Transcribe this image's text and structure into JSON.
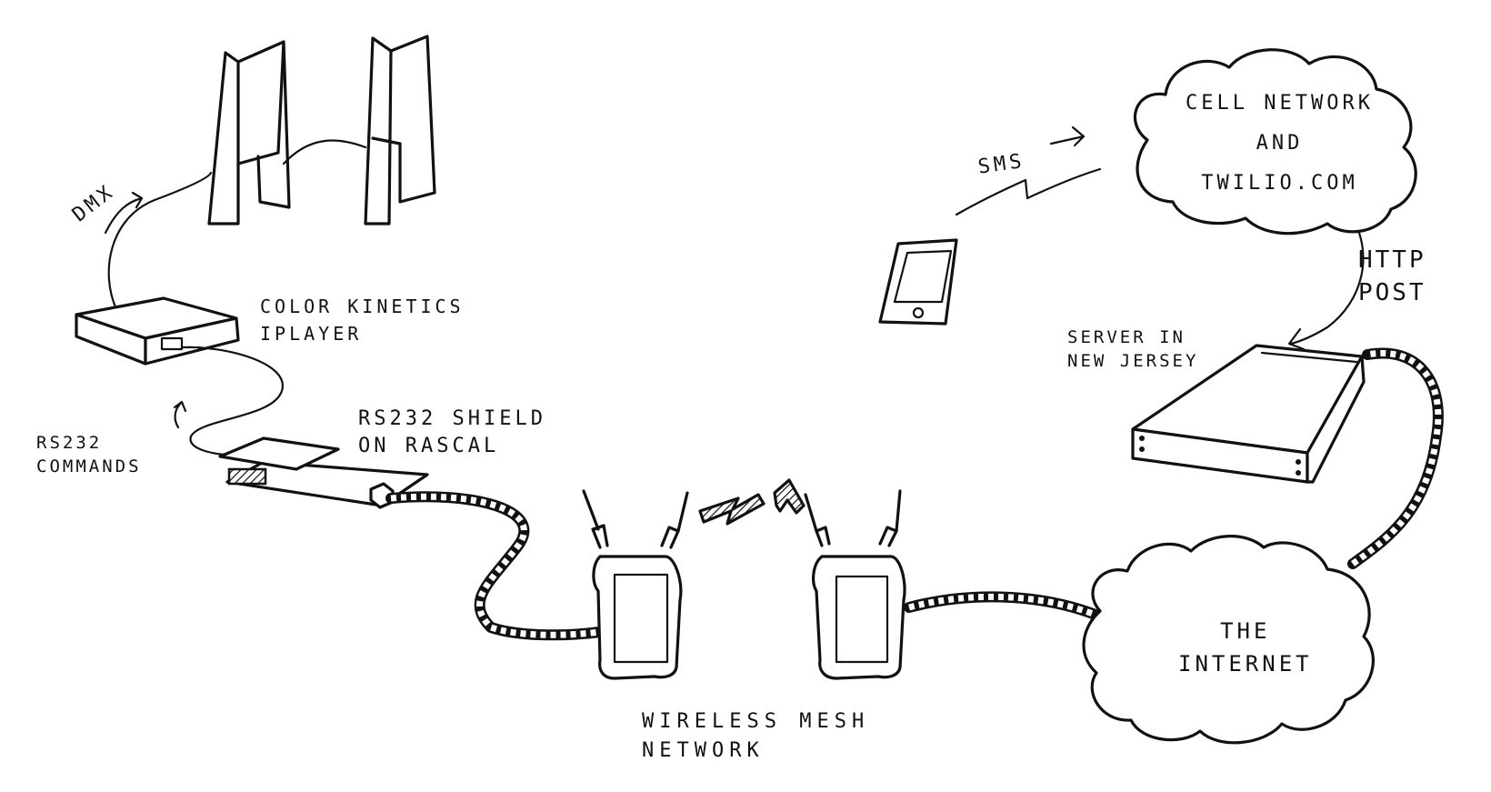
{
  "labels": {
    "dmx": "DMX",
    "iplayer": "COLOR KINETICS\nIPLAYER",
    "rs232_commands": "RS232\nCOMMANDS",
    "rs232_shield": "RS232 SHIELD\nON RASCAL",
    "wireless_mesh": "WIRELESS MESH\nNETWORK",
    "sms": "SMS",
    "cell_network": "CELL NETWORK\nAND\nTWILIO.COM",
    "http_post": "HTTP\nPOST",
    "server": "SERVER IN\nNEW JERSEY",
    "internet": "THE\nINTERNET"
  },
  "colors": {
    "ink": "#111111",
    "paper": "#ffffff"
  }
}
